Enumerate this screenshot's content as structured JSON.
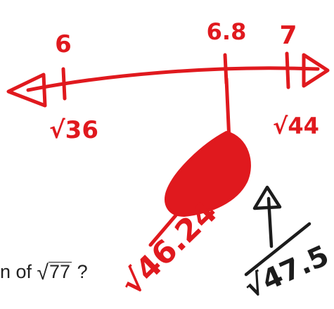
{
  "colors": {
    "red_ink": "#e0191e",
    "black_ink": "#1c1c1c",
    "printed_text": "#222222"
  },
  "number_line": {
    "tick_labels_top": [
      "6",
      "6.8",
      "7"
    ],
    "tick_labels_bottom": [
      "√36",
      "√44"
    ],
    "arrowheads": "both ends (open triangles)"
  },
  "annotations": {
    "red_estimate": "√46.24",
    "black_estimate": "√47.5"
  },
  "question_fragment": {
    "prefix": "n of ",
    "radical_symbol": "√",
    "radicand": "77",
    "suffix": " ?"
  }
}
